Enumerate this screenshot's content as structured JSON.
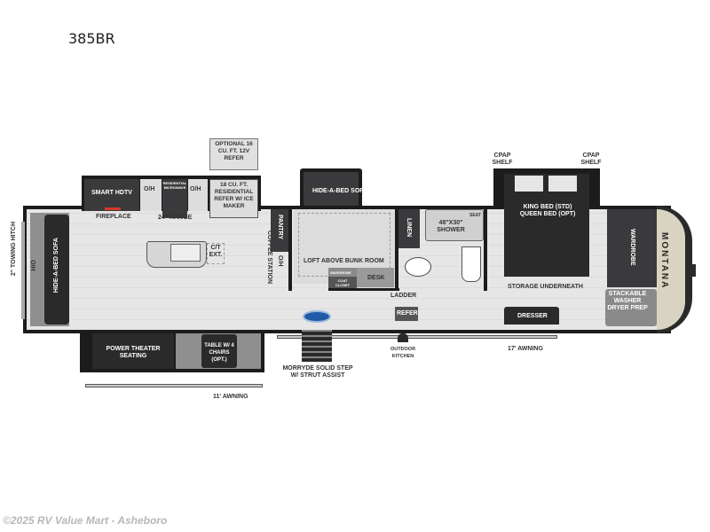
{
  "header": {
    "model": "385BR"
  },
  "footer": {
    "copyright": "©2025 RV Value Mart - Asheboro"
  },
  "floorplan": {
    "brand": "MONTANA",
    "front": {
      "towing_hitch": "2\" TOWING HITCH",
      "ho": "H/O",
      "sofa": "HIDE-A-BED SOFA"
    },
    "kitchen": {
      "optional_refer": "OPTIONAL 16 CU. FT. 12V REFER",
      "residential_refer": "18 CU. FT. RESIDENTIAL REFER W/ ICE MAKER",
      "smart_hdtv": "SMART HDTV",
      "oh_1": "O/H",
      "microwave": "RESIDENTIAL MICROWAVE",
      "oh_2": "O/H",
      "fireplace": "FIREPLACE",
      "range": "24\" RANGE",
      "ct_ext": "C/T EXT.",
      "coffee_station": "COFFEE STATION",
      "pantry": "PANTRY",
      "oh_3": "O/H"
    },
    "slide_out": {
      "theater": "POWER THEATER SEATING",
      "table": "TABLE W/ 4 CHAIRS (OPT.)",
      "awning_11": "11' AWNING"
    },
    "bunk": {
      "sofa": "HIDE-A-BED SOFA",
      "loft": "LOFT ABOVE BUNK ROOM",
      "wardrobe": "WARDROBE",
      "coat_closet": "COAT CLOSET",
      "desk": "DESK",
      "ladder": "LADDER",
      "refer": "REFER"
    },
    "bath": {
      "linen": "LINEN",
      "shower": "48\"X30\" SHOWER",
      "seat": "SEAT"
    },
    "bedroom": {
      "cpap_left": "CPAP SHELF",
      "cpap_right": "CPAP SHELF",
      "bed": "KING BED (STD) QUEEN BED (OPT)",
      "storage": "STORAGE   UNDERNEATH",
      "dresser": "DRESSER",
      "wardrobe": "WARDROBE",
      "washer": "STACKABLE WASHER DRYER PREP"
    },
    "exterior": {
      "step": "MORRYDE SOLID STEP W/ STRUT ASSIST",
      "outdoor_kitchen": "OUTDOOR KITCHEN",
      "awning_17": "17' AWNING"
    }
  }
}
